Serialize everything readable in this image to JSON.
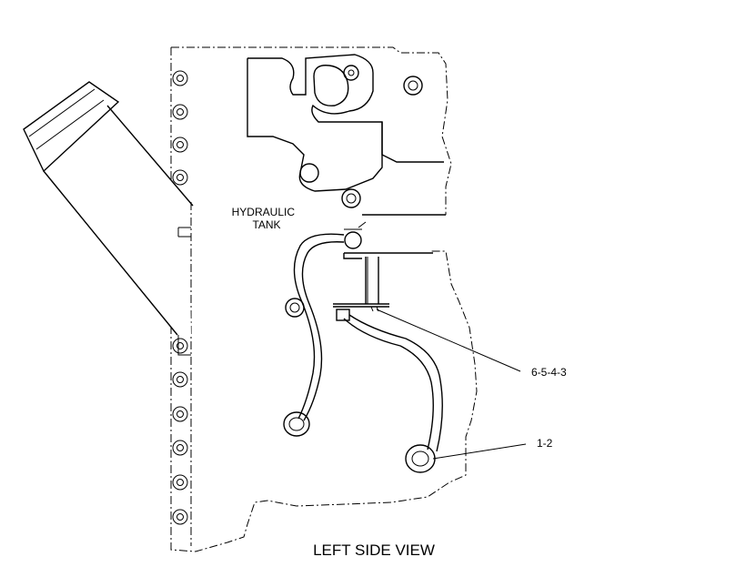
{
  "labels": {
    "tank": [
      "HYDRAULIC",
      "TANK"
    ],
    "callout_upper": "6-5-4-3",
    "callout_lower": "1-2",
    "view_title": "LEFT SIDE VIEW"
  },
  "colors": {
    "line": "#000000",
    "background": "#ffffff"
  }
}
